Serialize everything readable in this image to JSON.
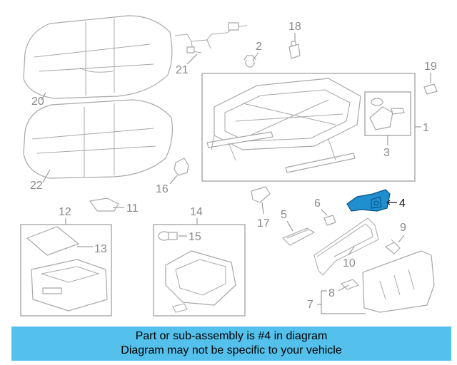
{
  "callouts": [
    {
      "id": "1",
      "label": "1"
    },
    {
      "id": "2",
      "label": "2"
    },
    {
      "id": "3",
      "label": "3"
    },
    {
      "id": "4",
      "label": "4"
    },
    {
      "id": "5",
      "label": "5"
    },
    {
      "id": "6",
      "label": "6"
    },
    {
      "id": "7",
      "label": "7"
    },
    {
      "id": "8",
      "label": "8"
    },
    {
      "id": "9",
      "label": "9"
    },
    {
      "id": "10",
      "label": "10"
    },
    {
      "id": "11",
      "label": "11"
    },
    {
      "id": "12",
      "label": "12"
    },
    {
      "id": "13",
      "label": "13"
    },
    {
      "id": "14",
      "label": "14"
    },
    {
      "id": "15",
      "label": "15"
    },
    {
      "id": "16",
      "label": "16"
    },
    {
      "id": "17",
      "label": "17"
    },
    {
      "id": "18",
      "label": "18"
    },
    {
      "id": "19",
      "label": "19"
    },
    {
      "id": "20",
      "label": "20"
    },
    {
      "id": "21",
      "label": "21"
    },
    {
      "id": "22",
      "label": "22"
    }
  ],
  "highlight": {
    "part": "4",
    "color": "#1f8fd0"
  },
  "banner": {
    "line1": "Part or sub-assembly is #4 in diagram",
    "line2": "Diagram may not be specific to your vehicle",
    "background": "#54c0ec"
  }
}
